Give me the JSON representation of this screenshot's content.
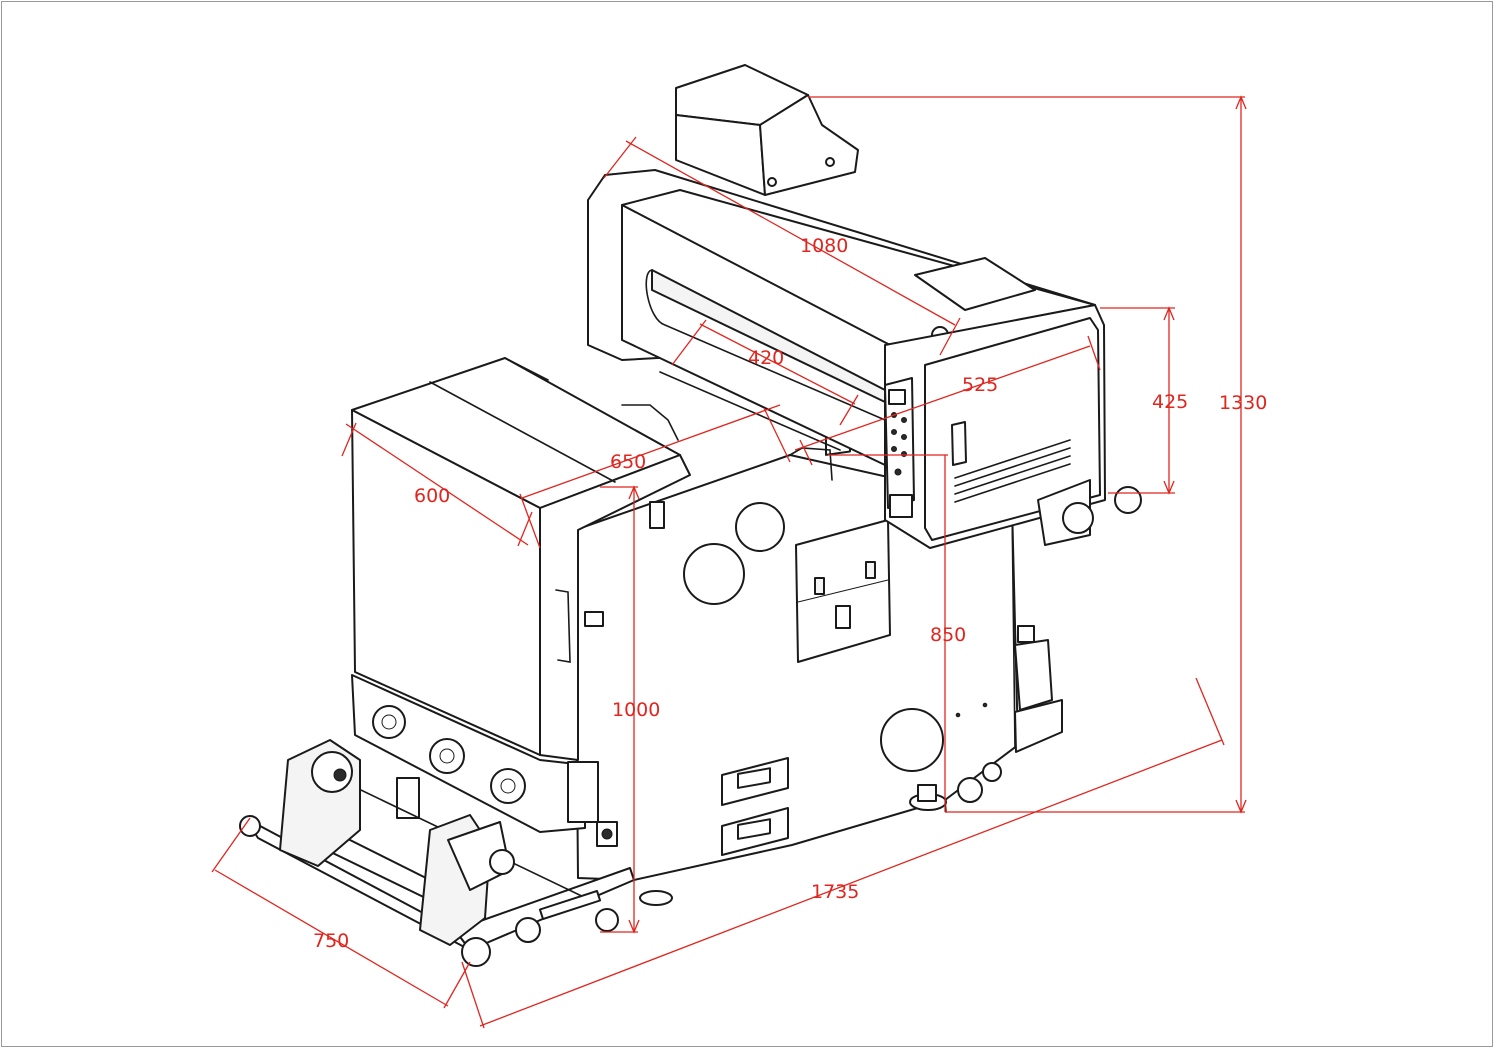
{
  "dimensions": {
    "color": "#e0261f",
    "machine_height": "1330",
    "printer_length": "1080",
    "printer_height": "425",
    "printer_depth": "525",
    "printer_window": "420",
    "shaker_top": "650",
    "oven_width": "600",
    "shaker_height": "1000",
    "table_height": "850",
    "total_length": "1735",
    "base_width": "750"
  }
}
